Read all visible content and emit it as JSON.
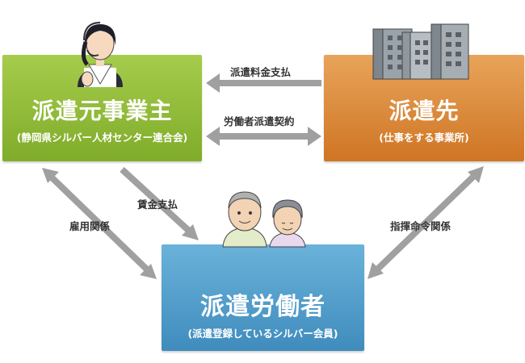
{
  "nodes": {
    "dispatcher": {
      "title": "派遣元事業主",
      "subtitle": "(静岡県シルバー人材センター連合会)"
    },
    "client": {
      "title": "派遣先",
      "subtitle": "(仕事をする事業所)"
    },
    "worker": {
      "title": "派遣労働者",
      "subtitle": "(派遣登録しているシルバー会員)"
    }
  },
  "relations": {
    "fee_payment": "派遣料金支払",
    "dispatch_contract": "労働者派遣契約",
    "wage_payment": "賃金支払",
    "employment": "雇用関係",
    "command": "指揮命令関係"
  },
  "colors": {
    "dispatcher": "#8bb834",
    "client": "#d9832f",
    "worker": "#4b96c6",
    "arrow": "#a0a0a0"
  },
  "icons": {
    "dispatcher": "operator-with-headset-icon",
    "client": "office-buildings-icon",
    "worker": "elderly-couple-icon"
  }
}
